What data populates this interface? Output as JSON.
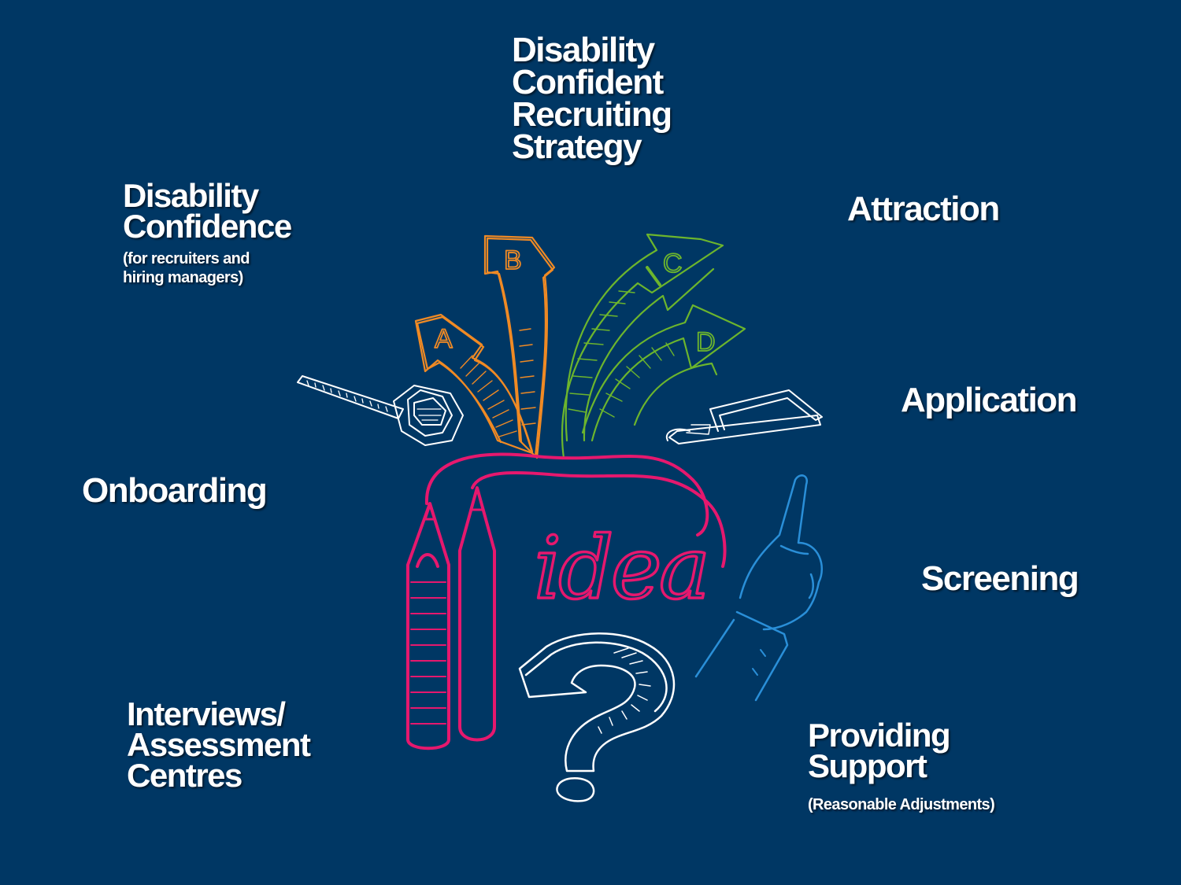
{
  "labels": {
    "strategy": [
      "Disability",
      "Confident",
      "Recruiting",
      "Strategy"
    ],
    "confidence": {
      "title": [
        "Disability",
        "Confidence"
      ],
      "note": [
        "(for recruiters and",
        "hiring managers)"
      ]
    },
    "attraction": "Attraction",
    "application": "Application",
    "onboarding": "Onboarding",
    "screening": "Screening",
    "interviews": [
      "Interviews/",
      "Assessment",
      "Centres"
    ],
    "support": {
      "title": [
        "Providing",
        "Support"
      ],
      "note": "(Reasonable Adjustments)"
    }
  },
  "illustration": {
    "word": "idea",
    "arrow_letters": [
      "A",
      "B",
      "C",
      "D"
    ],
    "icons": [
      "tape-measure-icon",
      "hacksaw-icon",
      "pointing-hand-icon",
      "question-mark-icon",
      "pencil-icon"
    ]
  },
  "colors": {
    "background": "#003764",
    "text": "#ffffff",
    "orange": "#f08a24",
    "green": "#6cb52d",
    "pink": "#e6186e",
    "blue": "#2a8fd8",
    "sketch_white": "#ffffff"
  }
}
